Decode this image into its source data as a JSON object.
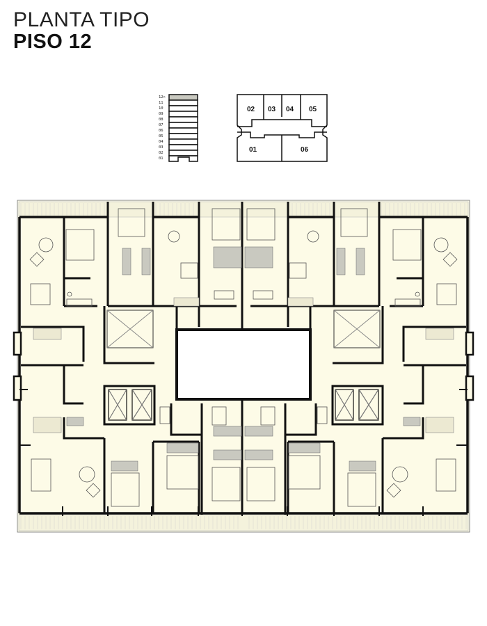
{
  "header": {
    "title": "PLANTA TIPO",
    "subtitle": "PISO 12"
  },
  "floor_index": {
    "labels": [
      "12>",
      "11",
      "10",
      "09",
      "08",
      "07",
      "06",
      "05",
      "04",
      "03",
      "02",
      "01"
    ],
    "highlighted_floor": "12"
  },
  "unit_key": {
    "units": [
      "02",
      "03",
      "04",
      "05",
      "01",
      "06"
    ]
  },
  "colors": {
    "floor_fill": "#fdfbe7",
    "wall": "#111111",
    "highlight": "#c9c9c0",
    "fixture": "#bdbdb4"
  }
}
